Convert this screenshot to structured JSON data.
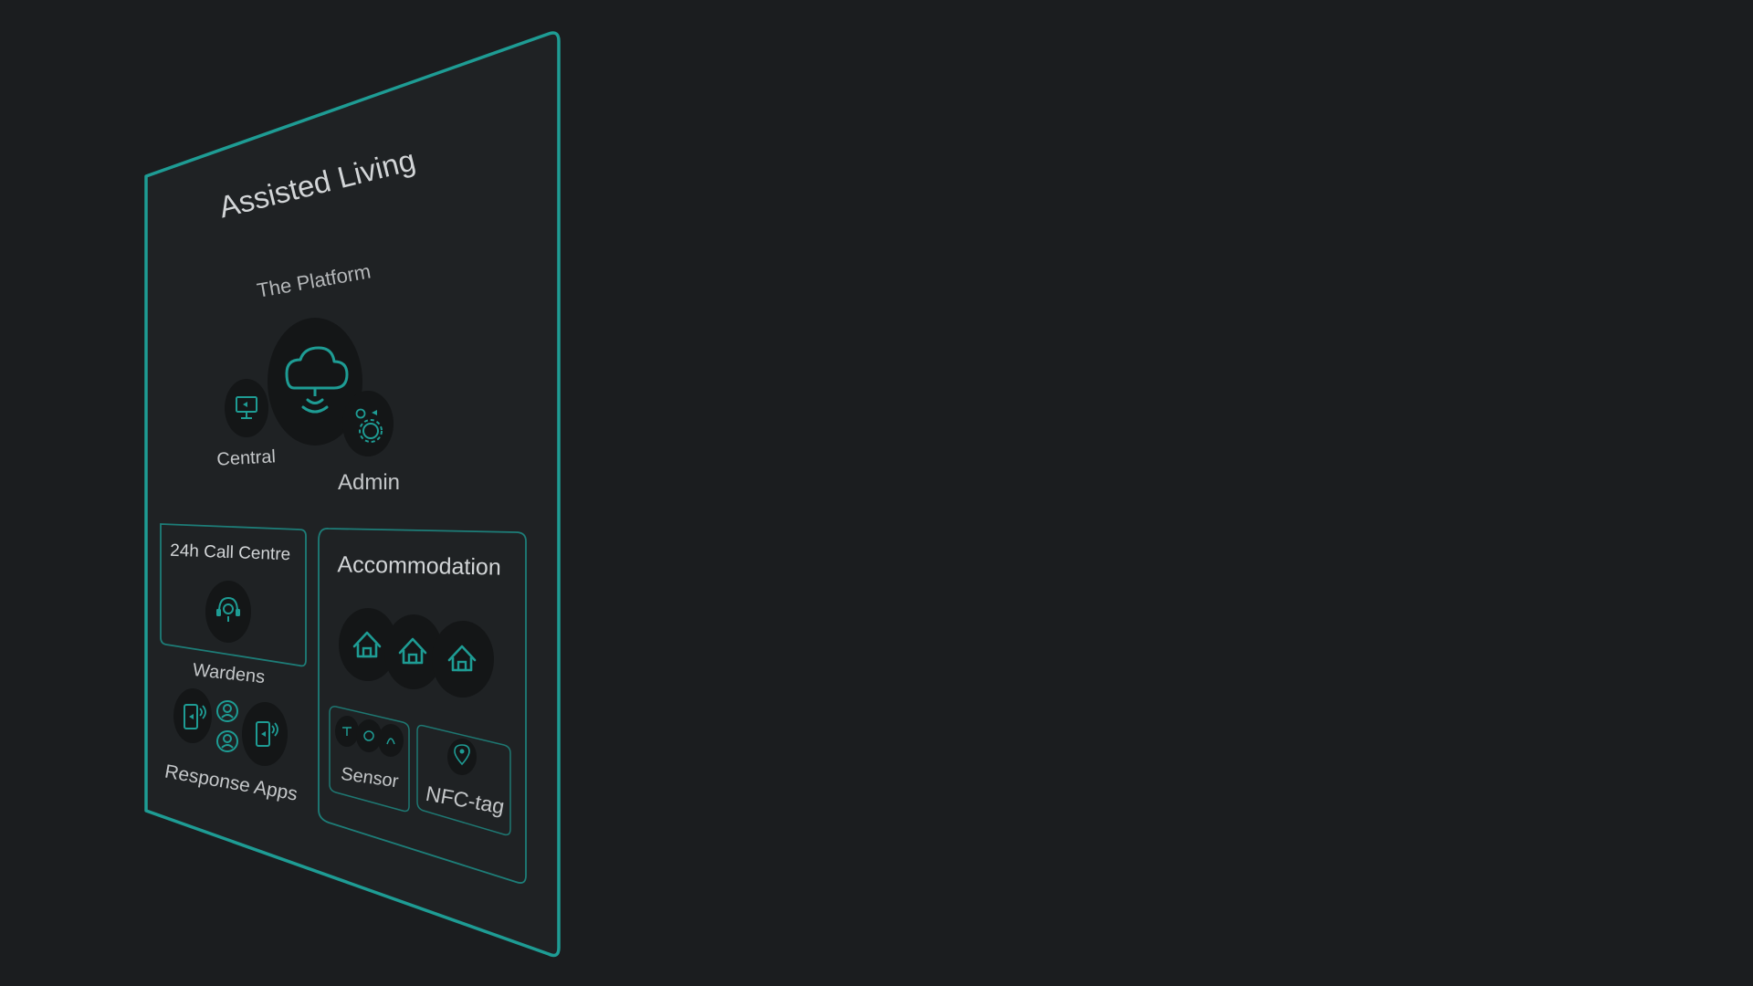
{
  "panel": {
    "title": "Assisted Living",
    "subtitle": "The Platform"
  },
  "platform": {
    "cloud_icon": "cloud-signal-icon",
    "central": {
      "label": "Central",
      "icon": "monitor-icon"
    },
    "admin": {
      "label": "Admin",
      "icon": "gear-icon"
    }
  },
  "call_centre": {
    "title": "24h Call Centre",
    "icon": "headset-icon"
  },
  "wardens": {
    "label": "Wardens",
    "response_label": "Response Apps",
    "icons": [
      "phone-signal-icon",
      "person-icon",
      "person-icon",
      "phone-signal-icon"
    ]
  },
  "accommodation": {
    "title": "Accommodation",
    "icon": "house-icon",
    "sensor": {
      "label": "Sensor",
      "icons": [
        "sensor-icon",
        "sensor-icon",
        "sensor-icon"
      ]
    },
    "nfc": {
      "label": "NFC-tag",
      "icon": "location-pin-icon"
    }
  },
  "colors": {
    "background": "#1b1d1f",
    "accent": "#1e9c94",
    "panel": "#1f2224",
    "circle": "#141617",
    "text": "#c4c7c9"
  }
}
